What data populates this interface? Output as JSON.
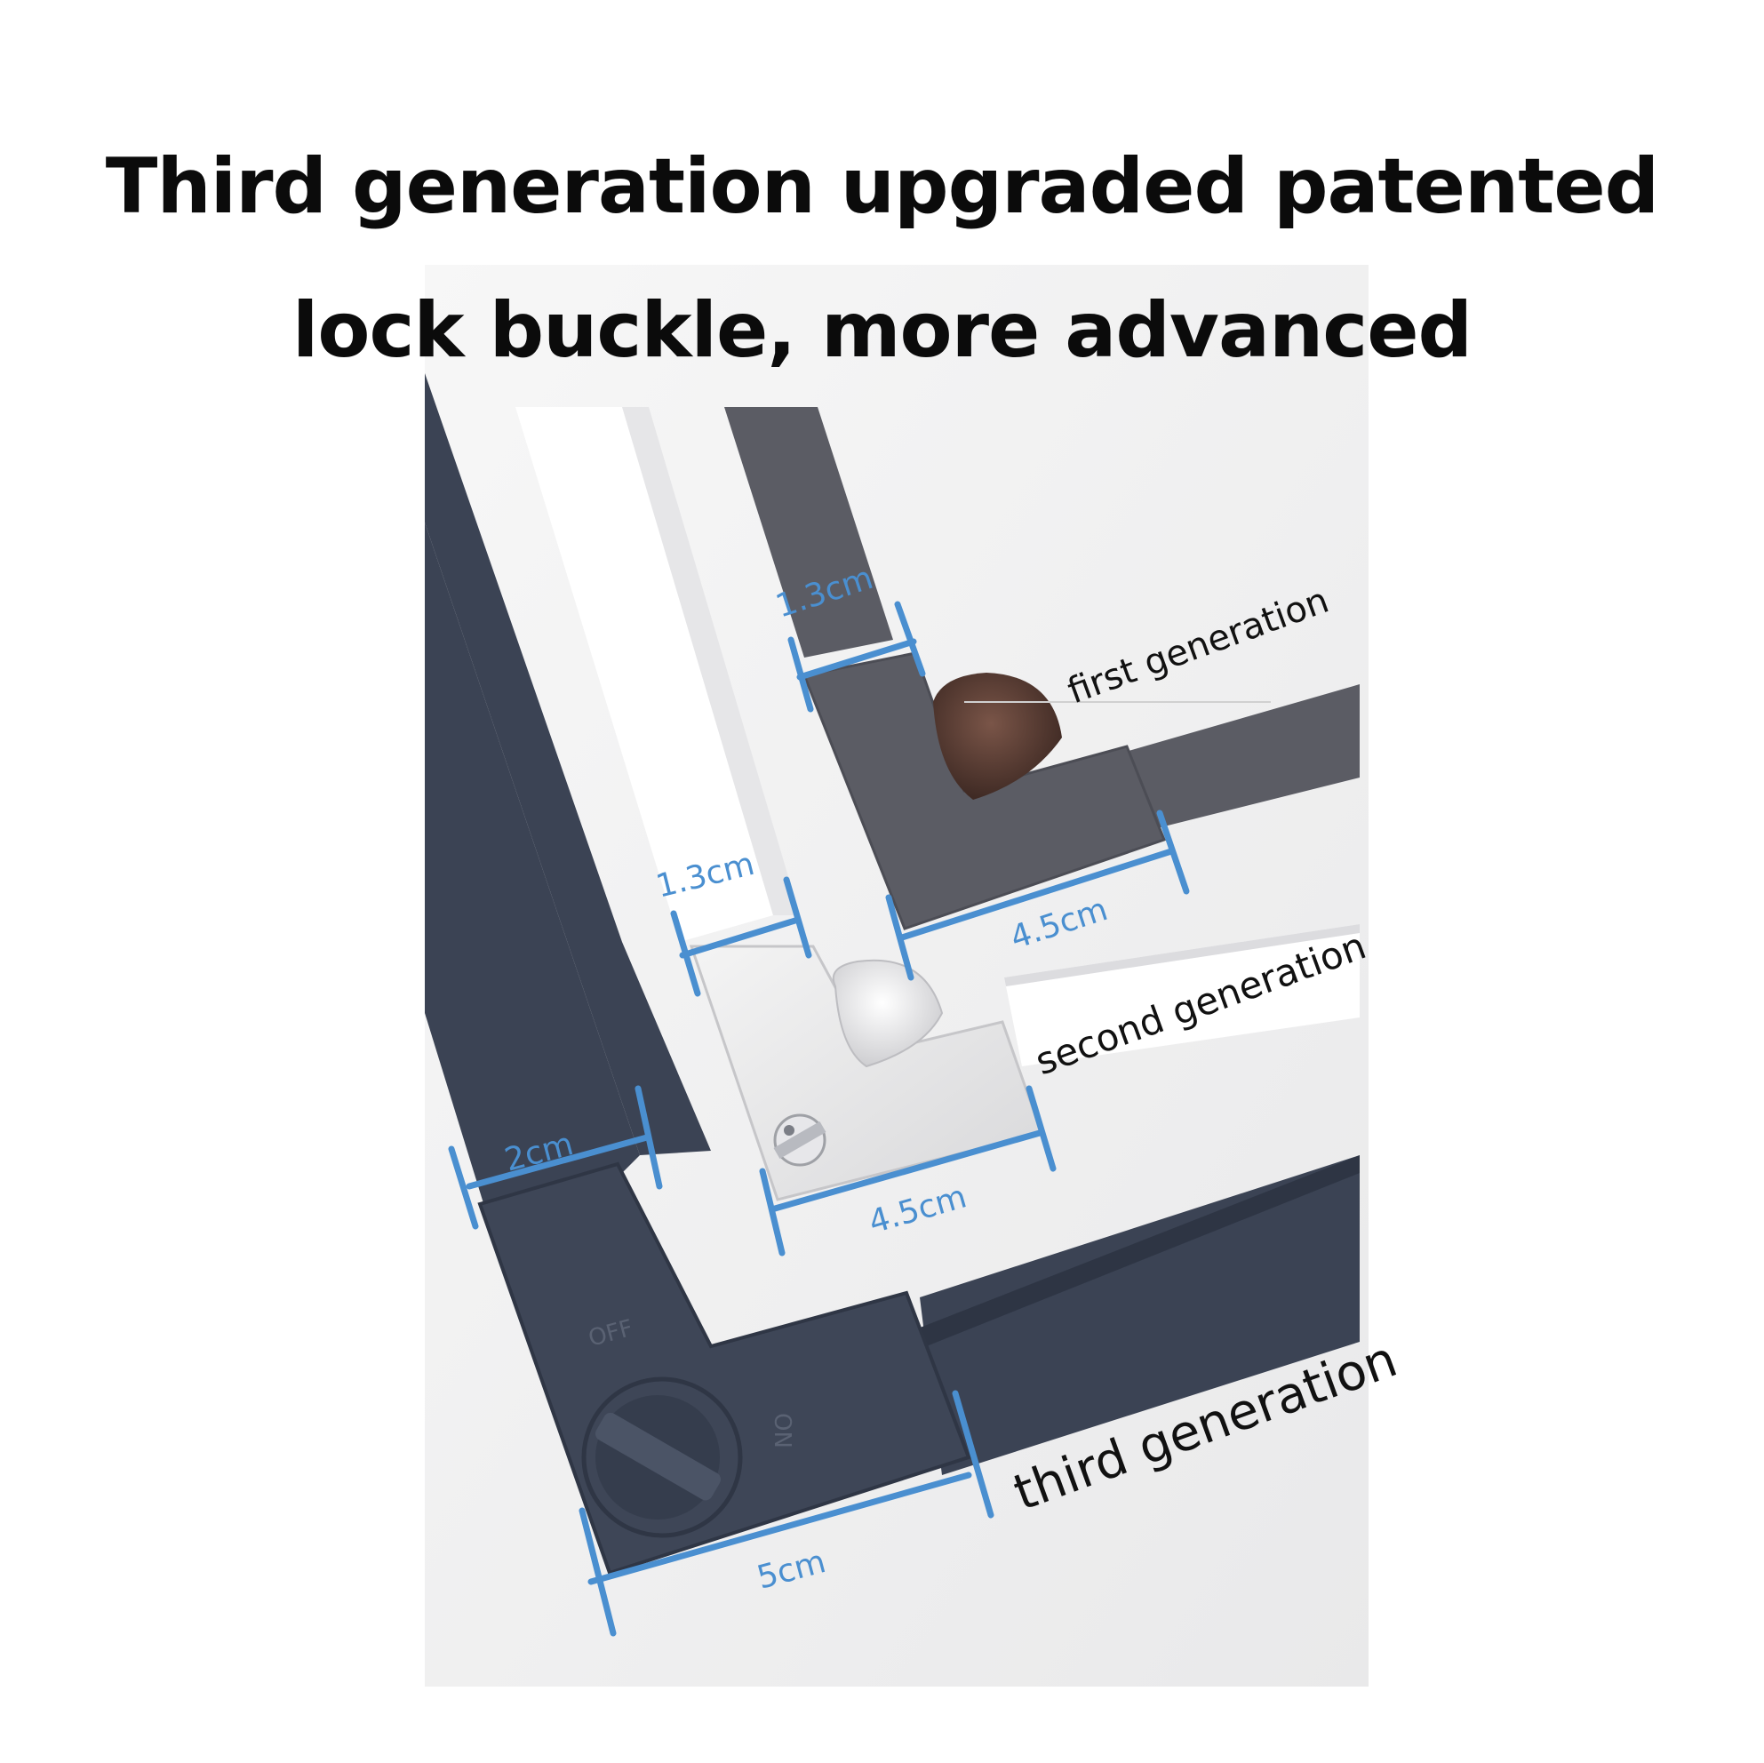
{
  "headline": {
    "line1": "Third generation upgraded patented",
    "line2": "lock buckle, more advanced"
  },
  "dimensions": {
    "first_bar_width": "1.3cm",
    "first_corner_length": "4.5cm",
    "second_bar_width": "1.3cm",
    "second_corner_length": "4.5cm",
    "third_bar_width": "2cm",
    "third_corner_length": "5cm"
  },
  "generations": {
    "first": "first generation",
    "second": "second generation",
    "third": "third generation"
  },
  "knob": {
    "off_label": "OFF",
    "on_label": "ON"
  },
  "colors": {
    "dimension_blue": "#4a8fd0",
    "first_gen_gray": "#5b5c64",
    "second_gen_white": "#f2f2f2",
    "third_gen_navy": "#3b4354"
  }
}
